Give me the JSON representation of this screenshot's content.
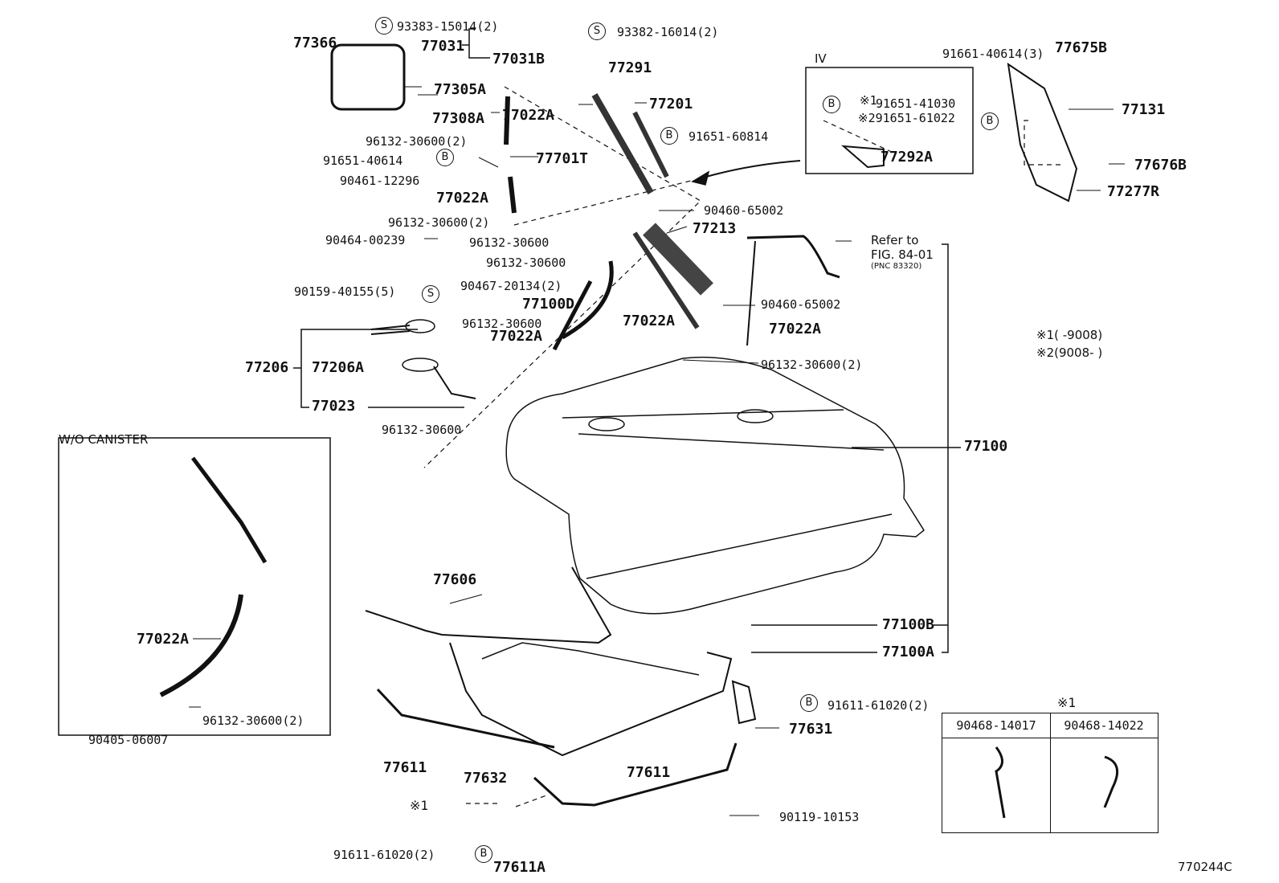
{
  "diagram_code": "770244C",
  "labels": {
    "p77366": "77366",
    "p93383": "93383-15014(2)",
    "p77031": "77031",
    "p77031b": "77031B",
    "p93382": "93382-16014(2)",
    "p77291": "77291",
    "p77305a": "77305A",
    "p77308a": "77308A",
    "p77022a_1": "77022A",
    "p77201": "77201",
    "p96132_2a": "96132-30600(2)",
    "p91651_40614": "91651-40614",
    "p77701t": "77701T",
    "p90461": "90461-12296",
    "p77022a_2": "77022A",
    "p96132_2b": "96132-30600(2)",
    "p90464": "90464-00239",
    "p96132_a": "96132-30600",
    "p96132_b": "96132-30600",
    "p90467": "90467-20134(2)",
    "p77100d": "77100D",
    "p96132_c": "96132-30600",
    "p77022a_3": "77022A",
    "p77022a_4": "77022A",
    "p91651_60814": "91651-60814",
    "p90460_a": "90460-65002",
    "p77213": "77213",
    "p90460_b": "90460-65002",
    "p77022a_5": "77022A",
    "p96132_2c": "96132-30600(2)",
    "p90159": "90159-40155(5)",
    "p77206": "77206",
    "p77206a": "77206A",
    "p77023": "77023",
    "p96132_d": "96132-30600",
    "iv": "IV",
    "p91651_41030": "91651-41030",
    "p291651": "※291651-61022",
    "p77292a": "77292A",
    "mark1": "※1",
    "p91661": "91661-40614(3)",
    "p77675b": "77675B",
    "p77131": "77131",
    "p77676b": "77676B",
    "p77277r": "77277R",
    "refer1": "Refer to",
    "refer2": "FIG. 84-01",
    "refer3": "(PNC 83320)",
    "note1": "※1(    -9008)",
    "note2": "※2(9008-    )",
    "p77100": "77100",
    "p77100b": "77100B",
    "p77100a": "77100A",
    "wo_canister": "W/O  CANISTER",
    "wo_77022a": "77022A",
    "wo_96132": "96132-30600(2)",
    "wo_90405": "90405-06007",
    "p77606": "77606",
    "p91611_b": "91611-61020(2)",
    "p77631": "77631",
    "p77611_l": "77611",
    "p77611_m": "77611",
    "p77632": "77632",
    "x1_small": "※1",
    "p90119": "90119-10153",
    "p91611_l": "91611-61020(2)",
    "p77611a": "77611A",
    "tbl_mark": "※1",
    "tbl_h1": "90468-14017",
    "tbl_h2": "90468-14022"
  },
  "symbols": {
    "s": "S",
    "b": "B"
  }
}
